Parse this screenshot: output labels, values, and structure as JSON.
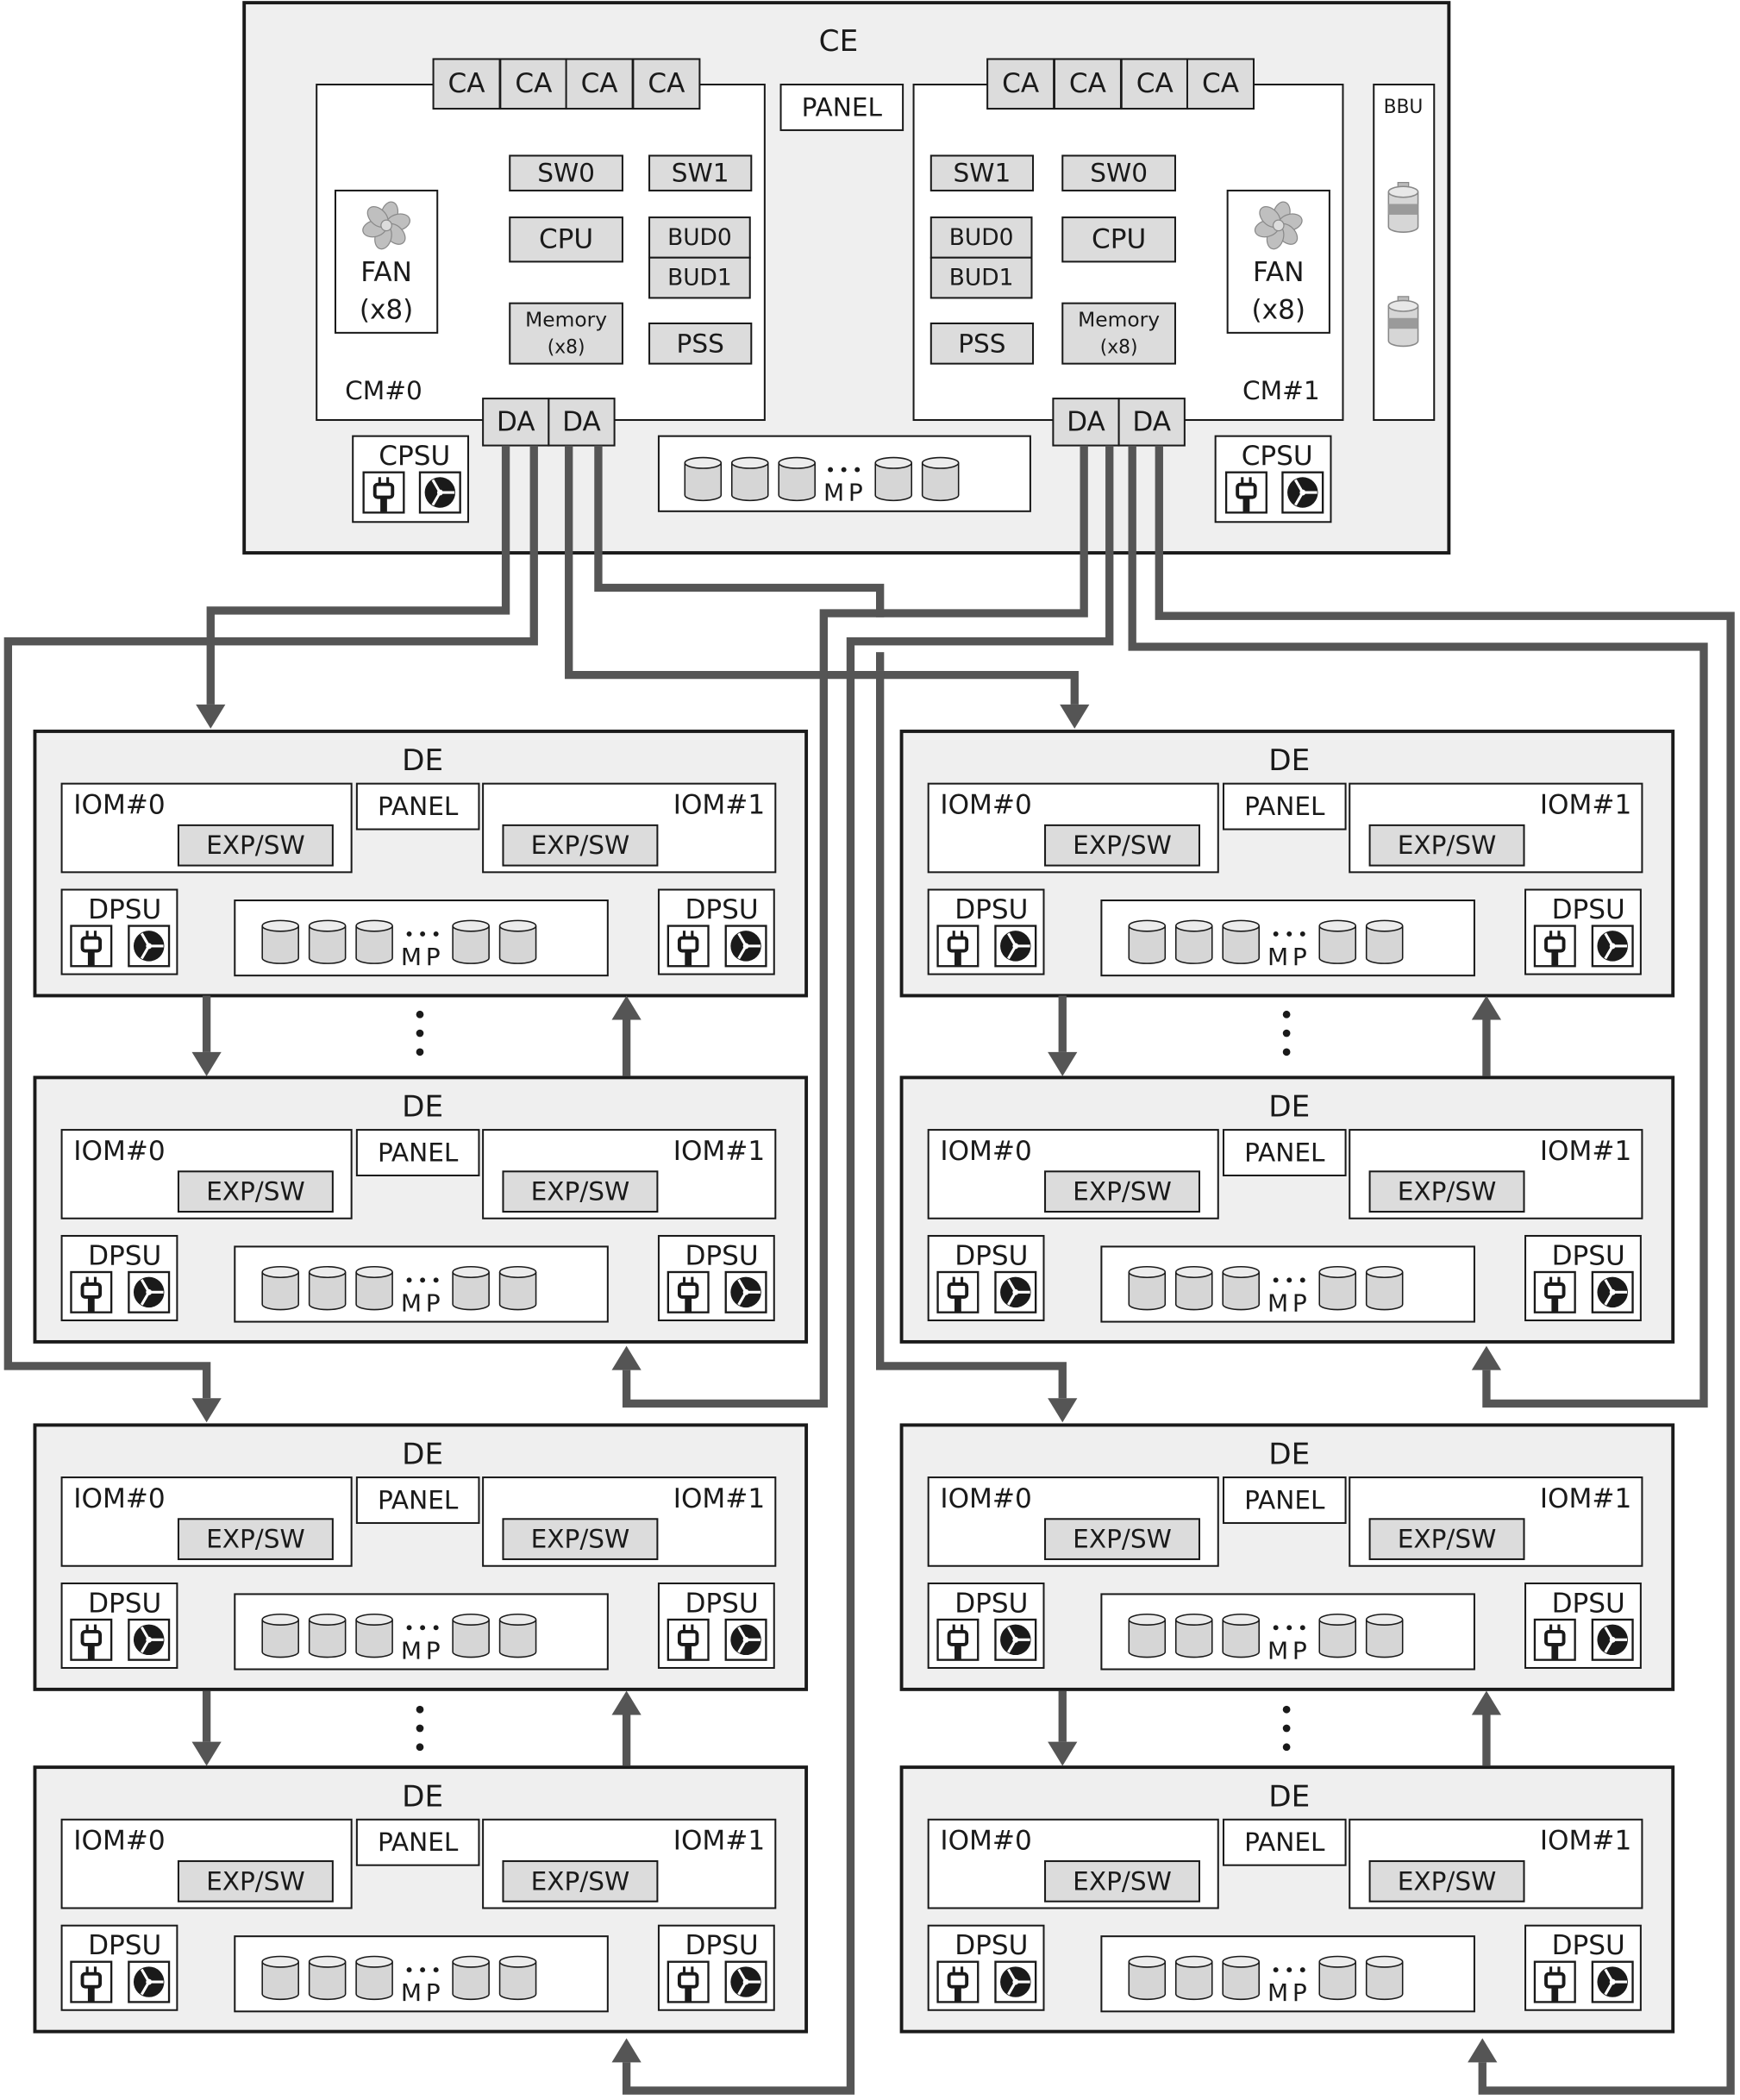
{
  "ce": {
    "title": "CE",
    "panel": "PANEL",
    "bbu": "BBU",
    "cpsu": "CPSU",
    "mp": "MP",
    "cm0": {
      "label": "CM#0",
      "ca": [
        "CA",
        "CA",
        "CA",
        "CA"
      ],
      "sw0": "SW0",
      "sw1": "SW1",
      "cpu": "CPU",
      "bud0": "BUD0",
      "bud1": "BUD1",
      "memory": "Memory",
      "memory_count": "(x8)",
      "pss": "PSS",
      "fan": "FAN",
      "fan_count": "(x8)",
      "da": [
        "DA",
        "DA"
      ]
    },
    "cm1": {
      "label": "CM#1",
      "ca": [
        "CA",
        "CA",
        "CA",
        "CA"
      ],
      "sw0": "SW0",
      "sw1": "SW1",
      "cpu": "CPU",
      "bud0": "BUD0",
      "bud1": "BUD1",
      "memory": "Memory",
      "memory_count": "(x8)",
      "pss": "PSS",
      "fan": "FAN",
      "fan_count": "(x8)",
      "da": [
        "DA",
        "DA"
      ]
    }
  },
  "de": {
    "title": "DE",
    "panel": "PANEL",
    "iom0": "IOM#0",
    "iom1": "IOM#1",
    "expsw": "EXP/SW",
    "dpsu": "DPSU",
    "mp": "MP"
  },
  "colors": {
    "line": "#1a1a1a",
    "enclosure_fill": "#efefef",
    "component_fill": "#dcdcdc",
    "connector": "#555555",
    "disk_fill": "#d6d6d6"
  },
  "icons": {
    "fan": "fan-icon",
    "plug": "power-plug-icon",
    "psu_fan": "psu-fan-icon",
    "disk": "disk-icon",
    "battery": "battery-icon",
    "ellipsis": "vertical-ellipsis-icon"
  }
}
